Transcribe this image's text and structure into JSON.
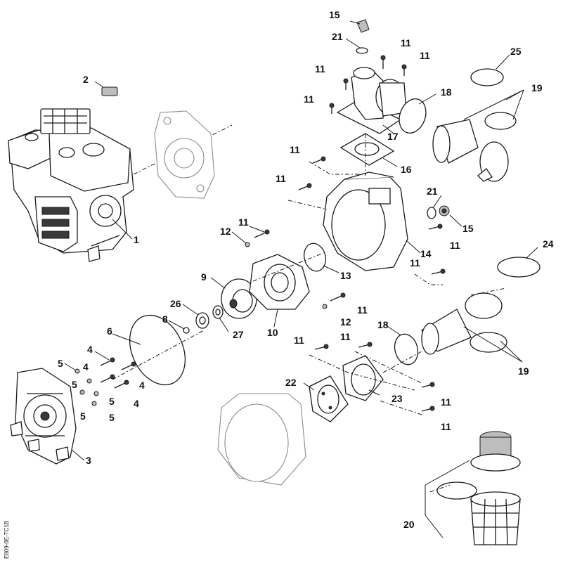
{
  "diagram": {
    "side_code": "E809-0E-TC1B",
    "callouts": {
      "c1": "1",
      "c2": "2",
      "c3": "3",
      "c4a": "4",
      "c4b": "4",
      "c4c": "4",
      "c4d": "4",
      "c5a": "5",
      "c5b": "5",
      "c5c": "5",
      "c5d": "5",
      "c5e": "5",
      "c6": "6",
      "c8": "8",
      "c9": "9",
      "c10": "10",
      "c11a": "11",
      "c11b": "11",
      "c11c": "11",
      "c11d": "11",
      "c11e": "11",
      "c11f": "11",
      "c11g": "11",
      "c11h": "11",
      "c11i": "11",
      "c11j": "11",
      "c11k": "11",
      "c11l": "11",
      "c11m": "11",
      "c11n": "11",
      "c12a": "12",
      "c12b": "12",
      "c13": "13",
      "c14": "14",
      "c15a": "15",
      "c15b": "15",
      "c16": "16",
      "c17": "17",
      "c18a": "18",
      "c18b": "18",
      "c19a": "19",
      "c19b": "19",
      "c20": "20",
      "c21a": "21",
      "c21b": "21",
      "c22": "22",
      "c23": "23",
      "c24": "24",
      "c25": "25",
      "c26": "26",
      "c27": "27"
    }
  }
}
